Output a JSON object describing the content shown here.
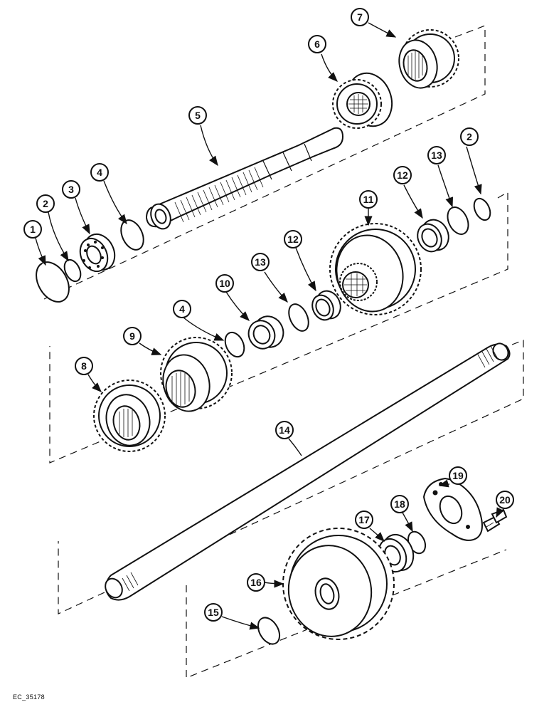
{
  "figure_code": "EC_35178",
  "callouts": [
    "1",
    "2",
    "3",
    "4",
    "5",
    "6",
    "7",
    "2",
    "13",
    "12",
    "11",
    "12",
    "13",
    "10",
    "4",
    "9",
    "8",
    "14",
    "19",
    "20",
    "18",
    "17",
    "16",
    "15"
  ]
}
